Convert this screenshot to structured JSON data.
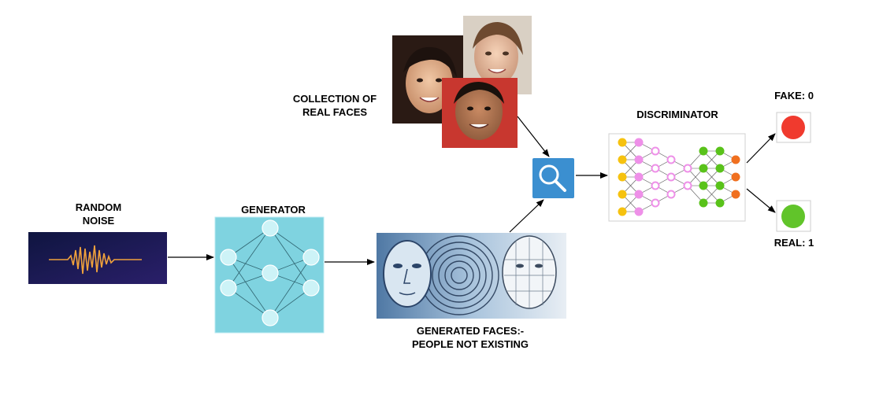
{
  "labels": {
    "random_noise_line1": "RANDOM",
    "random_noise_line2": "NOISE",
    "generator": "GENERATOR",
    "collection_line1": "COLLECTION OF",
    "collection_line2": "REAL FACES",
    "discriminator": "DISCRIMINATOR",
    "generated_line1": "GENERATED FACES:-",
    "generated_line2": "PEOPLE NOT EXISTING",
    "fake": "FAKE: 0",
    "real": "REAL: 1"
  },
  "colors": {
    "noise_bg": "#1b1f4a",
    "noise_wave": "#f0a23c",
    "generator_bg": "#7fd3e0",
    "generator_node": "#cdf3f7",
    "search_box": "#3b8fd0",
    "disc_yellow": "#f6c20f",
    "disc_pink": "#ee90e8",
    "disc_green": "#59c21a",
    "disc_orange": "#f07020",
    "fake_circle": "#f03a2e",
    "real_circle": "#61c42a"
  },
  "icons": {
    "search": "magnifier-icon"
  }
}
